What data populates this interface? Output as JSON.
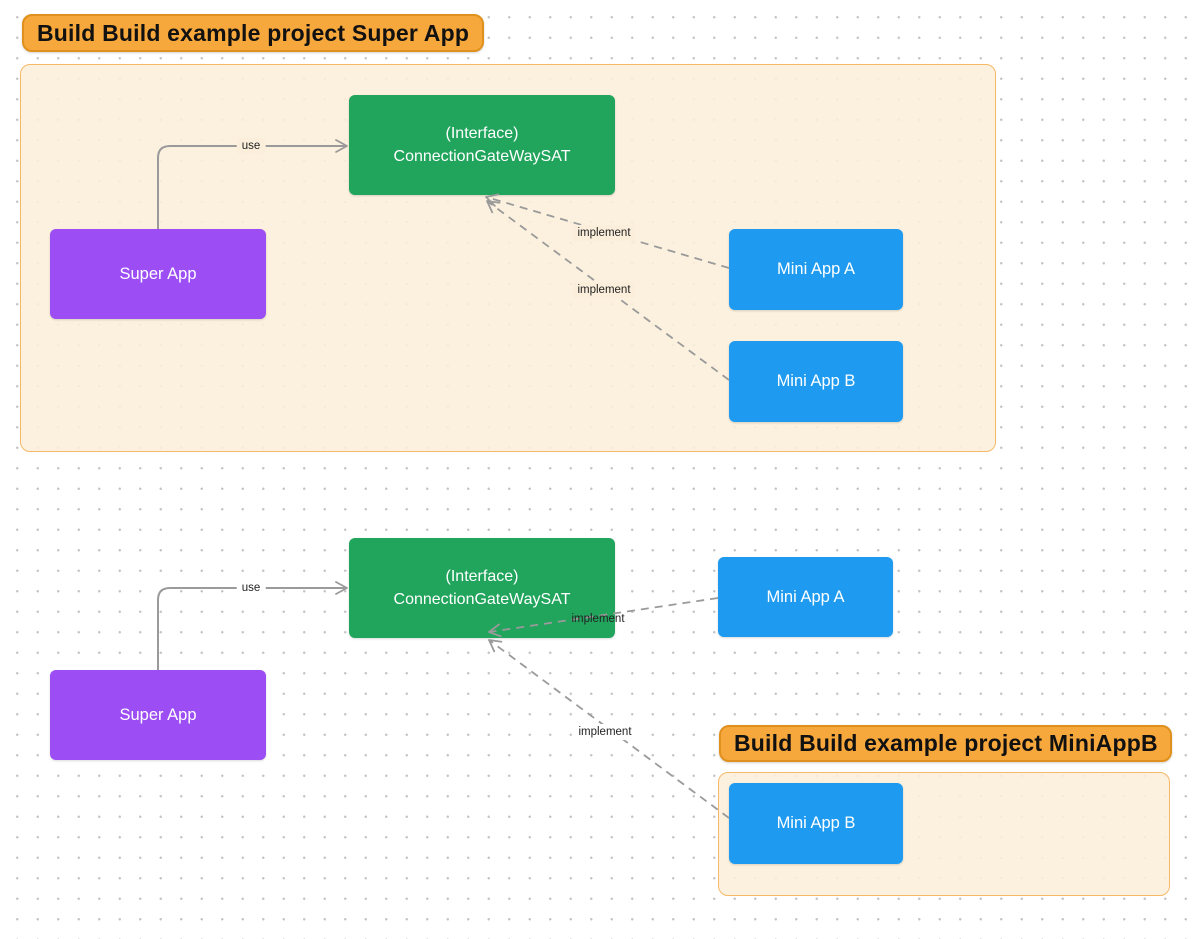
{
  "colors": {
    "node_green": "#21a45c",
    "node_purple": "#9c4df4",
    "node_blue": "#1e9bf0",
    "pill_fill": "#f7a83c",
    "pill_border": "#e0901c",
    "container_fill": "#fcefdb",
    "container_border": "#f6b968",
    "arrow_gray": "#9a9a9a",
    "background": "#ffffff"
  },
  "diagram1": {
    "title": "Build Build example project Super App",
    "interface_box": {
      "line1": "(Interface)",
      "line2": "ConnectionGateWaySAT"
    },
    "super_app_label": "Super App",
    "mini_app_a_label": "Mini App A",
    "mini_app_b_label": "Mini App B",
    "use_label": "use",
    "implement_a_label": "implement",
    "implement_b_label": "implement"
  },
  "diagram2": {
    "interface_box": {
      "line1": "(Interface)",
      "line2": "ConnectionGateWaySAT"
    },
    "super_app_label": "Super App",
    "mini_app_a_label": "Mini App A",
    "use_label": "use",
    "implement_a_label": "implement",
    "implement_b_label": "implement"
  },
  "diagram3": {
    "title": "Build Build example project MiniAppB",
    "mini_app_b_label": "Mini App B"
  }
}
